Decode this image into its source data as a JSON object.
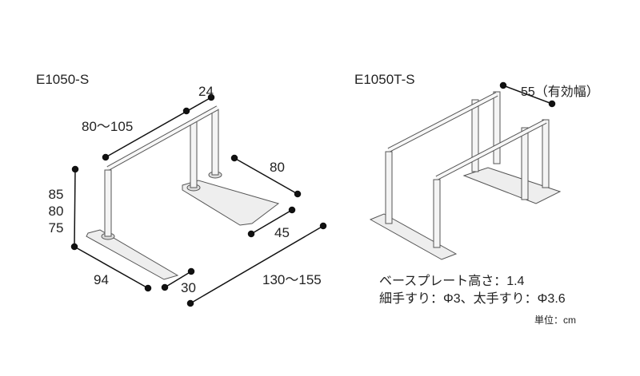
{
  "left_model": {
    "name": "E1050-S",
    "dims": {
      "rail_offset": "24",
      "rail_length": "80～105",
      "height_values": [
        "85",
        "80",
        "75"
      ],
      "base_length": "94",
      "base_width": "30",
      "depth": "80",
      "gap": "45",
      "overall_length": "130～155"
    }
  },
  "right_model": {
    "name": "E1050T-S",
    "effective_width": "55（有効幅）"
  },
  "notes": {
    "base_plate": "ベースプレート高さ：1.4",
    "rails": "細手すり：Φ3、太手すり：Φ3.6",
    "unit": "単位：cm"
  }
}
